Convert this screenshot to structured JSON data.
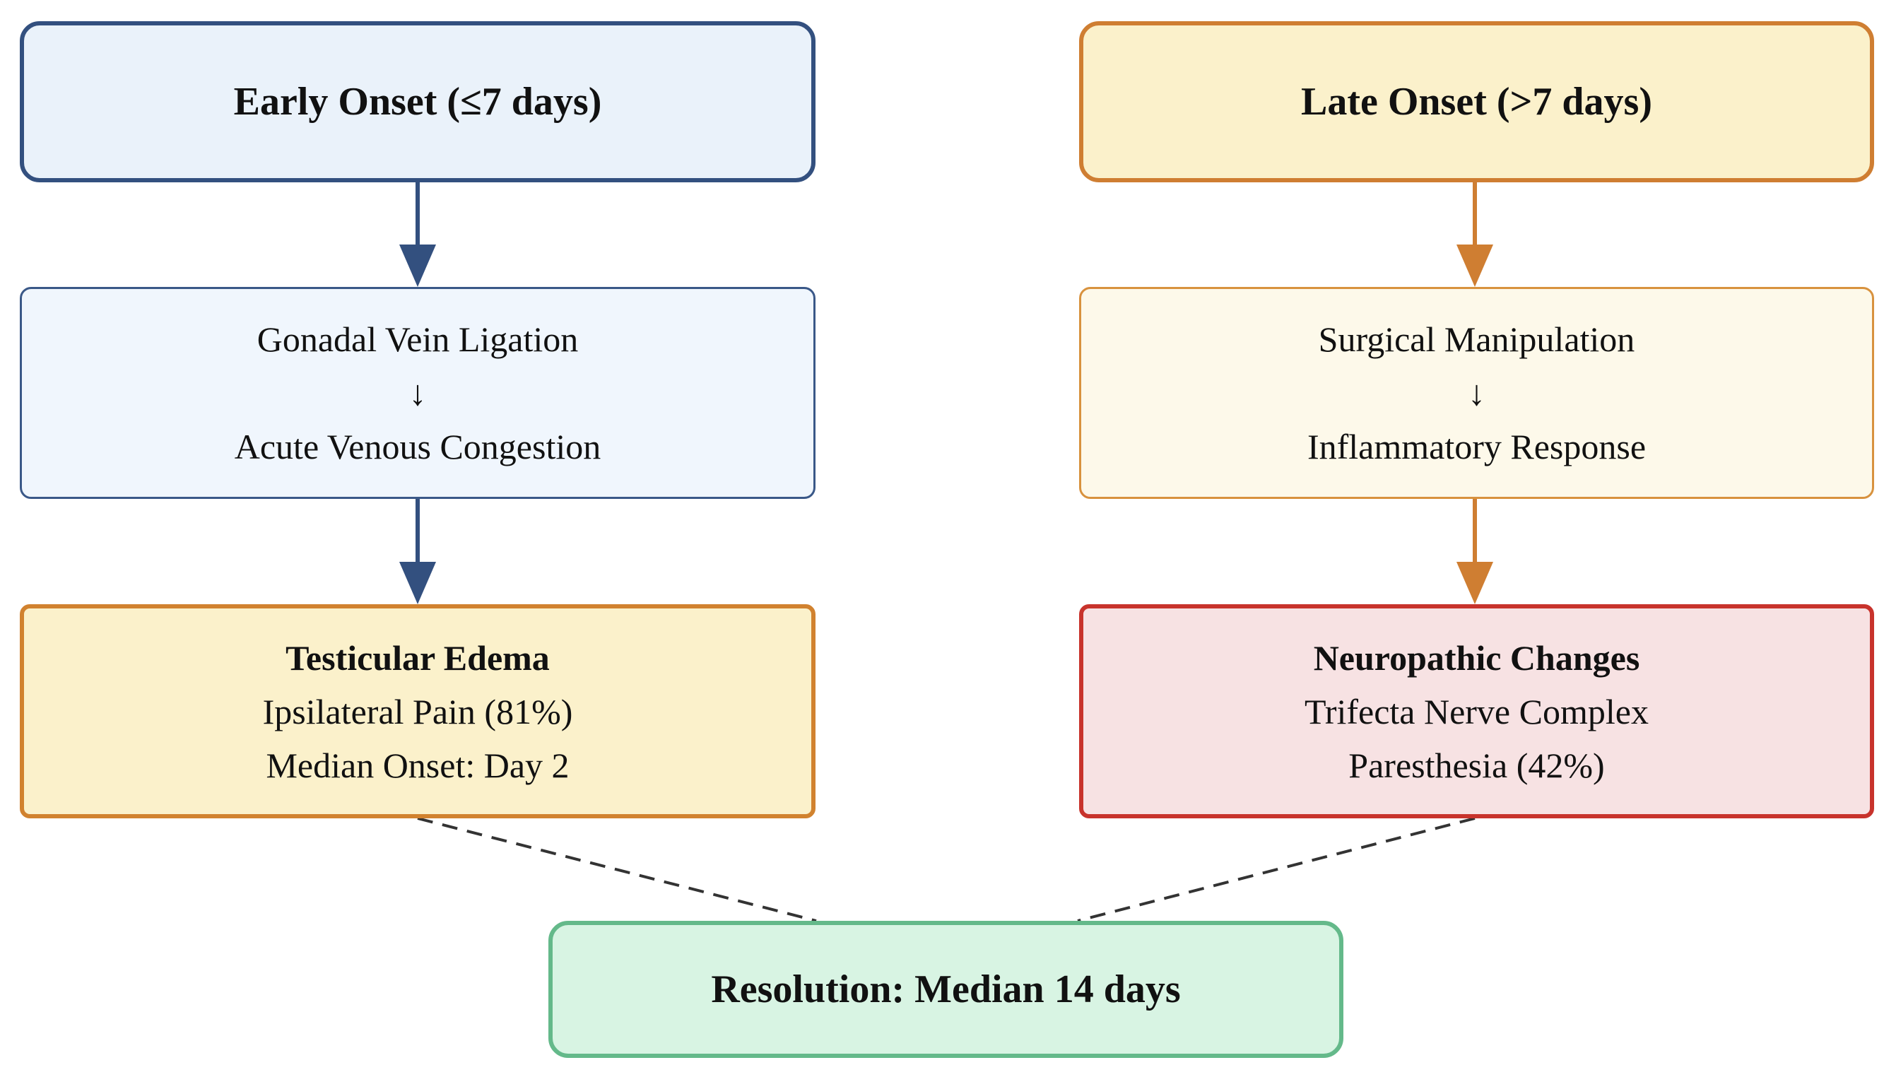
{
  "colors": {
    "early_accent": "#33507f",
    "late_accent": "#cf7e32",
    "edema_border": "#d1822f",
    "neuro_border": "#c8332c",
    "resolution_border": "#64b98a",
    "connector_dash": "#333333"
  },
  "early": {
    "title": "Early Onset (≤7 days)",
    "mechanism": {
      "line1": "Gonadal Vein Ligation",
      "arrow": "↓",
      "line2": "Acute Venous Congestion"
    },
    "outcome": {
      "heading": "Testicular Edema",
      "line1": "Ipsilateral Pain (81%)",
      "line2": "Median Onset: Day 2"
    }
  },
  "late": {
    "title": "Late Onset (>7 days)",
    "mechanism": {
      "line1": "Surgical Manipulation",
      "arrow": "↓",
      "line2": "Inflammatory Response"
    },
    "outcome": {
      "heading": "Neuropathic Changes",
      "line1": "Trifecta Nerve Complex",
      "line2": "Paresthesia (42%)"
    }
  },
  "resolution": {
    "label": "Resolution: Median 14 days"
  }
}
